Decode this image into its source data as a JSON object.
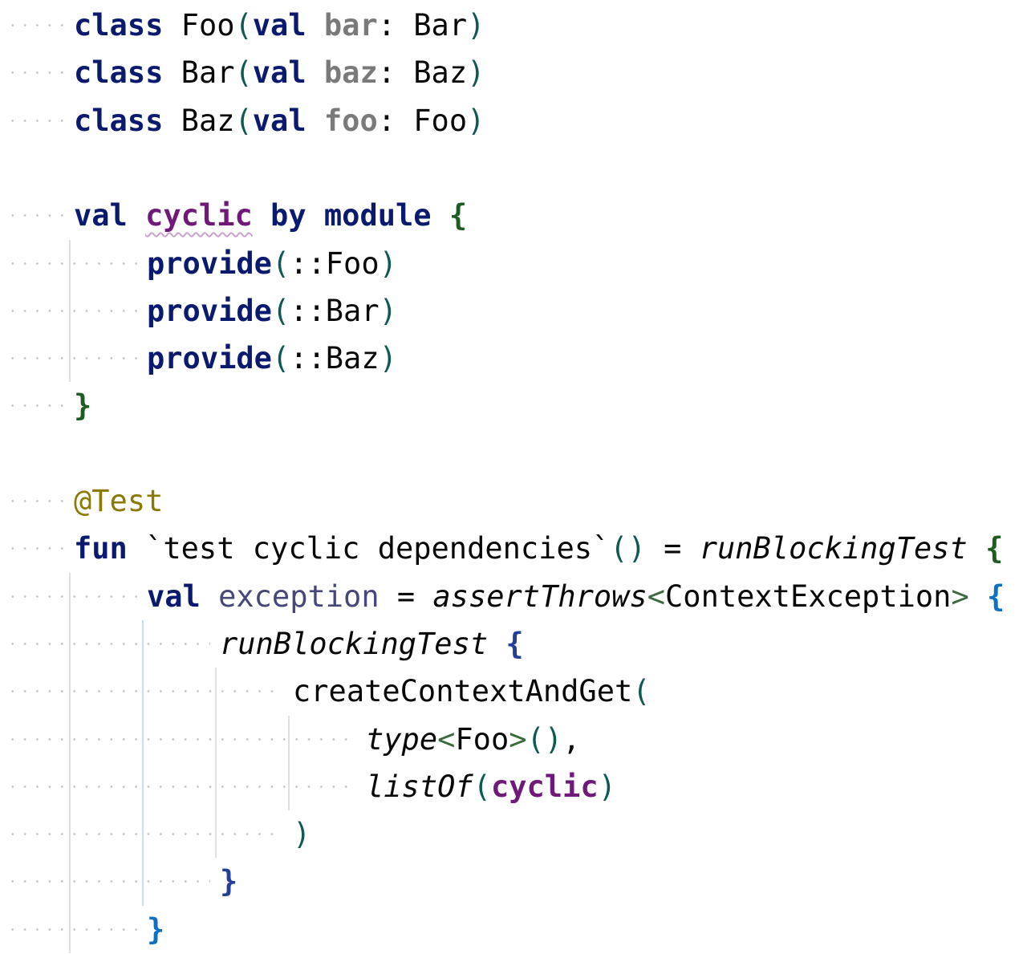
{
  "editor": {
    "lines": [
      {
        "indent": 0,
        "tokens": [
          {
            "t": "class",
            "c": "kw"
          },
          {
            "t": " ",
            "c": "id"
          },
          {
            "t": "Foo",
            "c": "id"
          },
          {
            "t": "(",
            "c": "paren"
          },
          {
            "t": "val",
            "c": "kw"
          },
          {
            "t": " ",
            "c": "id"
          },
          {
            "t": "bar",
            "c": "prop"
          },
          {
            "t": ": ",
            "c": "punct"
          },
          {
            "t": "Bar",
            "c": "id"
          },
          {
            "t": ")",
            "c": "paren"
          }
        ]
      },
      {
        "indent": 0,
        "tokens": [
          {
            "t": "class",
            "c": "kw"
          },
          {
            "t": " ",
            "c": "id"
          },
          {
            "t": "Bar",
            "c": "id"
          },
          {
            "t": "(",
            "c": "paren"
          },
          {
            "t": "val",
            "c": "kw"
          },
          {
            "t": " ",
            "c": "id"
          },
          {
            "t": "baz",
            "c": "prop"
          },
          {
            "t": ": ",
            "c": "punct"
          },
          {
            "t": "Baz",
            "c": "id"
          },
          {
            "t": ")",
            "c": "paren"
          }
        ]
      },
      {
        "indent": 0,
        "tokens": [
          {
            "t": "class",
            "c": "kw"
          },
          {
            "t": " ",
            "c": "id"
          },
          {
            "t": "Baz",
            "c": "id"
          },
          {
            "t": "(",
            "c": "paren"
          },
          {
            "t": "val",
            "c": "kw"
          },
          {
            "t": " ",
            "c": "id"
          },
          {
            "t": "foo",
            "c": "prop"
          },
          {
            "t": ": ",
            "c": "punct"
          },
          {
            "t": "Foo",
            "c": "id"
          },
          {
            "t": ")",
            "c": "paren"
          }
        ]
      },
      {
        "indent": -1,
        "tokens": []
      },
      {
        "indent": 0,
        "tokens": [
          {
            "t": "val",
            "c": "kw"
          },
          {
            "t": " ",
            "c": "id"
          },
          {
            "t": "cyclic",
            "c": "cyclic squiggle"
          },
          {
            "t": " ",
            "c": "id"
          },
          {
            "t": "by",
            "c": "kw"
          },
          {
            "t": " ",
            "c": "id"
          },
          {
            "t": "module",
            "c": "kw"
          },
          {
            "t": " ",
            "c": "id"
          },
          {
            "t": "{",
            "c": "brace-g"
          }
        ]
      },
      {
        "indent": 1,
        "tokens": [
          {
            "t": "provide",
            "c": "kw"
          },
          {
            "t": "(",
            "c": "paren"
          },
          {
            "t": "::",
            "c": "punct"
          },
          {
            "t": "Foo",
            "c": "id"
          },
          {
            "t": ")",
            "c": "paren"
          }
        ]
      },
      {
        "indent": 1,
        "tokens": [
          {
            "t": "provide",
            "c": "kw"
          },
          {
            "t": "(",
            "c": "paren"
          },
          {
            "t": "::",
            "c": "punct"
          },
          {
            "t": "Bar",
            "c": "id"
          },
          {
            "t": ")",
            "c": "paren"
          }
        ]
      },
      {
        "indent": 1,
        "tokens": [
          {
            "t": "provide",
            "c": "kw"
          },
          {
            "t": "(",
            "c": "paren"
          },
          {
            "t": "::",
            "c": "punct"
          },
          {
            "t": "Baz",
            "c": "id"
          },
          {
            "t": ")",
            "c": "paren"
          }
        ]
      },
      {
        "indent": 0,
        "tokens": [
          {
            "t": "}",
            "c": "brace-g"
          }
        ]
      },
      {
        "indent": -1,
        "tokens": []
      },
      {
        "indent": 0,
        "tokens": [
          {
            "t": "@Test",
            "c": "anno"
          }
        ]
      },
      {
        "indent": 0,
        "tokens": [
          {
            "t": "fun",
            "c": "kw"
          },
          {
            "t": " ",
            "c": "id"
          },
          {
            "t": "`test cyclic dependencies`",
            "c": "id"
          },
          {
            "t": "()",
            "c": "paren"
          },
          {
            "t": " = ",
            "c": "punct"
          },
          {
            "t": "runBlockingTest",
            "c": "ital"
          },
          {
            "t": " ",
            "c": "id"
          },
          {
            "t": "{",
            "c": "brace-g"
          }
        ]
      },
      {
        "indent": 1,
        "tokens": [
          {
            "t": "val",
            "c": "kw"
          },
          {
            "t": " ",
            "c": "id"
          },
          {
            "t": "exception",
            "c": "local"
          },
          {
            "t": " = ",
            "c": "punct"
          },
          {
            "t": "assertThrows",
            "c": "ital"
          },
          {
            "t": "<",
            "c": "angle"
          },
          {
            "t": "ContextException",
            "c": "id"
          },
          {
            "t": ">",
            "c": "angle"
          },
          {
            "t": " ",
            "c": "id"
          },
          {
            "t": "{",
            "c": "brace-l"
          }
        ]
      },
      {
        "indent": 2,
        "tokens": [
          {
            "t": "runBlockingTest",
            "c": "ital"
          },
          {
            "t": " ",
            "c": "id"
          },
          {
            "t": "{",
            "c": "brace-b"
          }
        ]
      },
      {
        "indent": 3,
        "tokens": [
          {
            "t": "createContextAndGet",
            "c": "id"
          },
          {
            "t": "(",
            "c": "paren"
          }
        ]
      },
      {
        "indent": 4,
        "tokens": [
          {
            "t": "type",
            "c": "ital"
          },
          {
            "t": "<",
            "c": "angle"
          },
          {
            "t": "Foo",
            "c": "id"
          },
          {
            "t": ">",
            "c": "angle"
          },
          {
            "t": "()",
            "c": "paren"
          },
          {
            "t": ",",
            "c": "punct"
          }
        ]
      },
      {
        "indent": 4,
        "tokens": [
          {
            "t": "listOf",
            "c": "ital"
          },
          {
            "t": "(",
            "c": "paren"
          },
          {
            "t": "cyclic",
            "c": "cyclic"
          },
          {
            "t": ")",
            "c": "paren"
          }
        ]
      },
      {
        "indent": 3,
        "tokens": [
          {
            "t": ")",
            "c": "paren"
          }
        ]
      },
      {
        "indent": 2,
        "tokens": [
          {
            "t": "}",
            "c": "brace-b"
          }
        ]
      },
      {
        "indent": 1,
        "tokens": [
          {
            "t": "}",
            "c": "brace-l"
          }
        ]
      }
    ]
  }
}
